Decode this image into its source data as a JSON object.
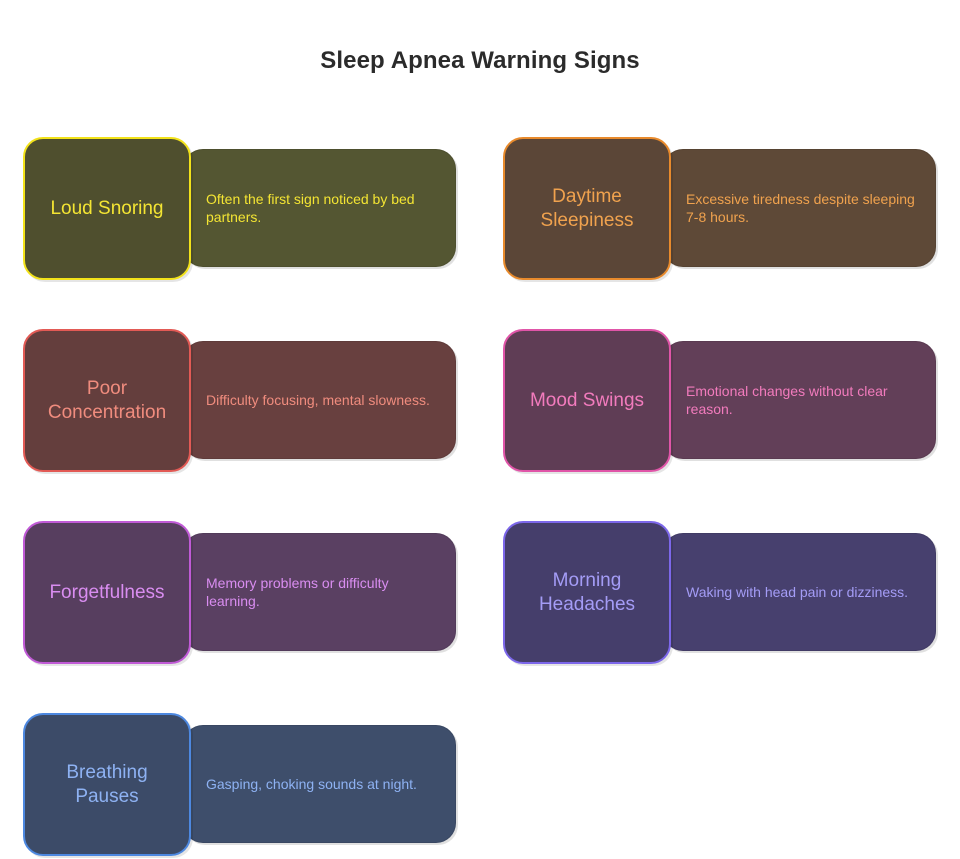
{
  "title": "Sleep Apnea Warning Signs",
  "signs": [
    {
      "label": "Loud Snoring",
      "description": "Often the first sign noticed by bed partners.",
      "colors": {
        "head_bg": "#4f4f2e",
        "body_bg": "#545632",
        "border": "#f2e21a",
        "text": "#f4e533"
      }
    },
    {
      "label": "Daytime Sleepiness",
      "description": "Excessive tiredness despite sleeping 7-8 hours.",
      "colors": {
        "head_bg": "#5b4637",
        "body_bg": "#5e4937",
        "border": "#e88a2c",
        "text": "#f0a24e"
      }
    },
    {
      "label": "Poor Concentration",
      "description": "Difficulty focusing, mental slowness.",
      "colors": {
        "head_bg": "#643e3d",
        "body_bg": "#68403f",
        "border": "#e25a55",
        "text": "#f08c7e"
      }
    },
    {
      "label": "Mood Swings",
      "description": "Emotional changes without clear reason.",
      "colors": {
        "head_bg": "#5f3d55",
        "body_bg": "#623f58",
        "border": "#e055a8",
        "text": "#f27bbd"
      }
    },
    {
      "label": "Forgetfulness",
      "description": "Memory problems or difficulty learning.",
      "colors": {
        "head_bg": "#573e5f",
        "body_bg": "#5a4062",
        "border": "#c05ad6",
        "text": "#d98df0"
      }
    },
    {
      "label": "Morning Headaches",
      "description": "Waking with head pain or dizziness.",
      "colors": {
        "head_bg": "#453e6b",
        "body_bg": "#47406e",
        "border": "#7c67ea",
        "text": "#a49cf6"
      }
    },
    {
      "label": "Breathing Pauses",
      "description": "Gasping, choking sounds at night.",
      "colors": {
        "head_bg": "#3c4b68",
        "body_bg": "#3e4e6b",
        "border": "#4d88e0",
        "text": "#8eb2f3"
      }
    }
  ]
}
